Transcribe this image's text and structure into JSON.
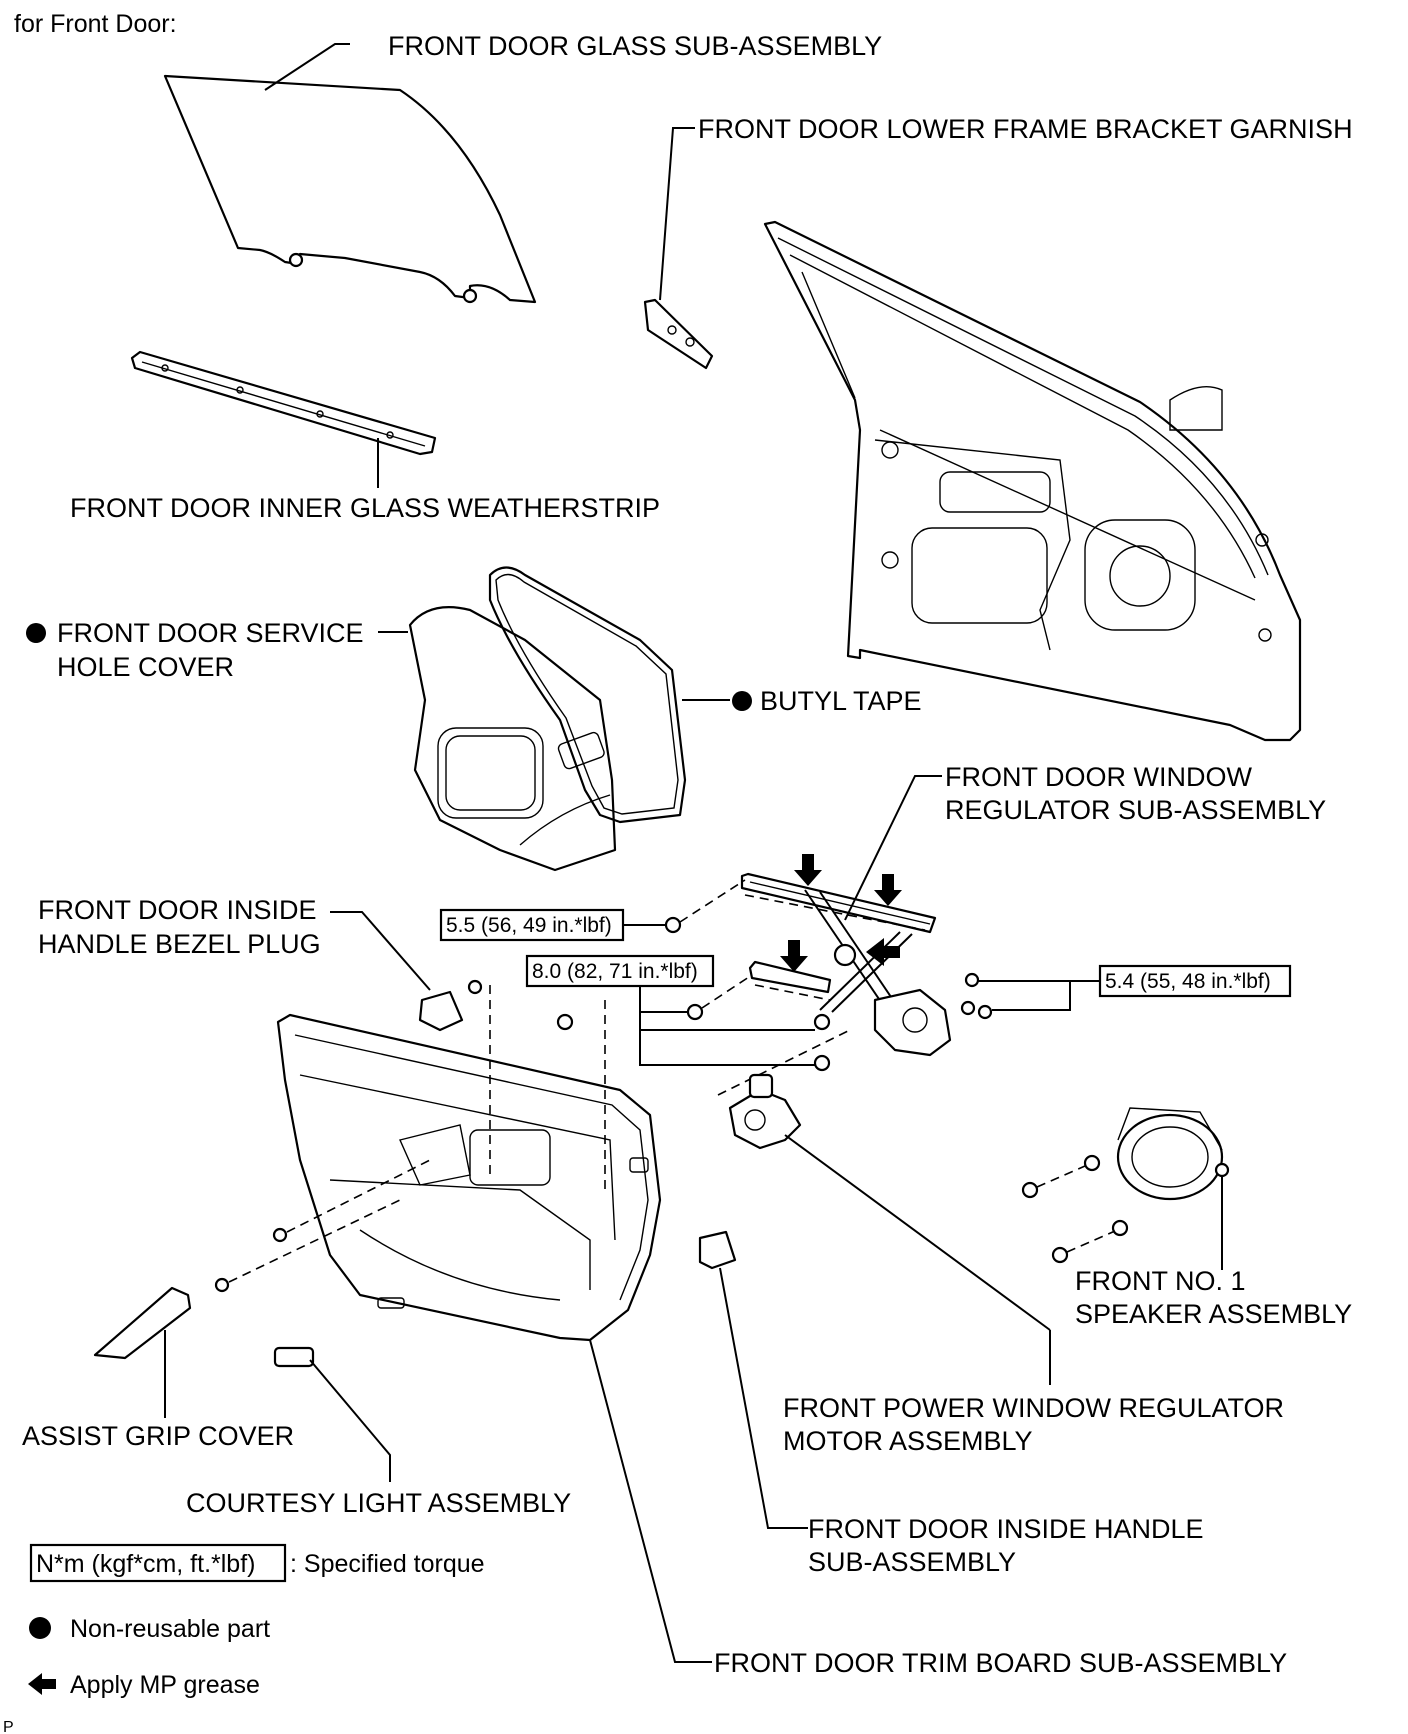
{
  "header": "for Front Door:",
  "labels": {
    "glass": "FRONT DOOR GLASS SUB-ASSEMBLY",
    "lower_frame": "FRONT DOOR LOWER FRAME BRACKET GARNISH",
    "inner_weatherstrip": "FRONT DOOR INNER GLASS WEATHERSTRIP",
    "service_hole_1": "FRONT DOOR SERVICE",
    "service_hole_2": "HOLE COVER",
    "butyl_tape": "BUTYL TAPE",
    "regulator_1": "FRONT DOOR WINDOW",
    "regulator_2": "REGULATOR SUB-ASSEMBLY",
    "bezel_plug_1": "FRONT DOOR INSIDE",
    "bezel_plug_2": "HANDLE BEZEL PLUG",
    "speaker_1": "FRONT NO. 1",
    "speaker_2": "SPEAKER ASSEMBLY",
    "motor_1": "FRONT POWER WINDOW REGULATOR",
    "motor_2": "MOTOR ASSEMBLY",
    "assist_grip": "ASSIST GRIP COVER",
    "courtesy_light": "COURTESY LIGHT ASSEMBLY",
    "inside_handle_1": "FRONT DOOR INSIDE HANDLE",
    "inside_handle_2": "SUB-ASSEMBLY",
    "trim_board": "FRONT DOOR TRIM BOARD SUB-ASSEMBLY"
  },
  "torques": {
    "t1": "5.5 (56, 49 in.*lbf)",
    "t2": "8.0 (82, 71 in.*lbf)",
    "t3": "5.4 (55, 48 in.*lbf)"
  },
  "legend": {
    "torque_box": "N*m (kgf*cm, ft.*lbf)",
    "torque_text": ": Specified torque",
    "non_reusable": "Non-reusable part",
    "grease": "Apply MP grease"
  },
  "footer": "P"
}
